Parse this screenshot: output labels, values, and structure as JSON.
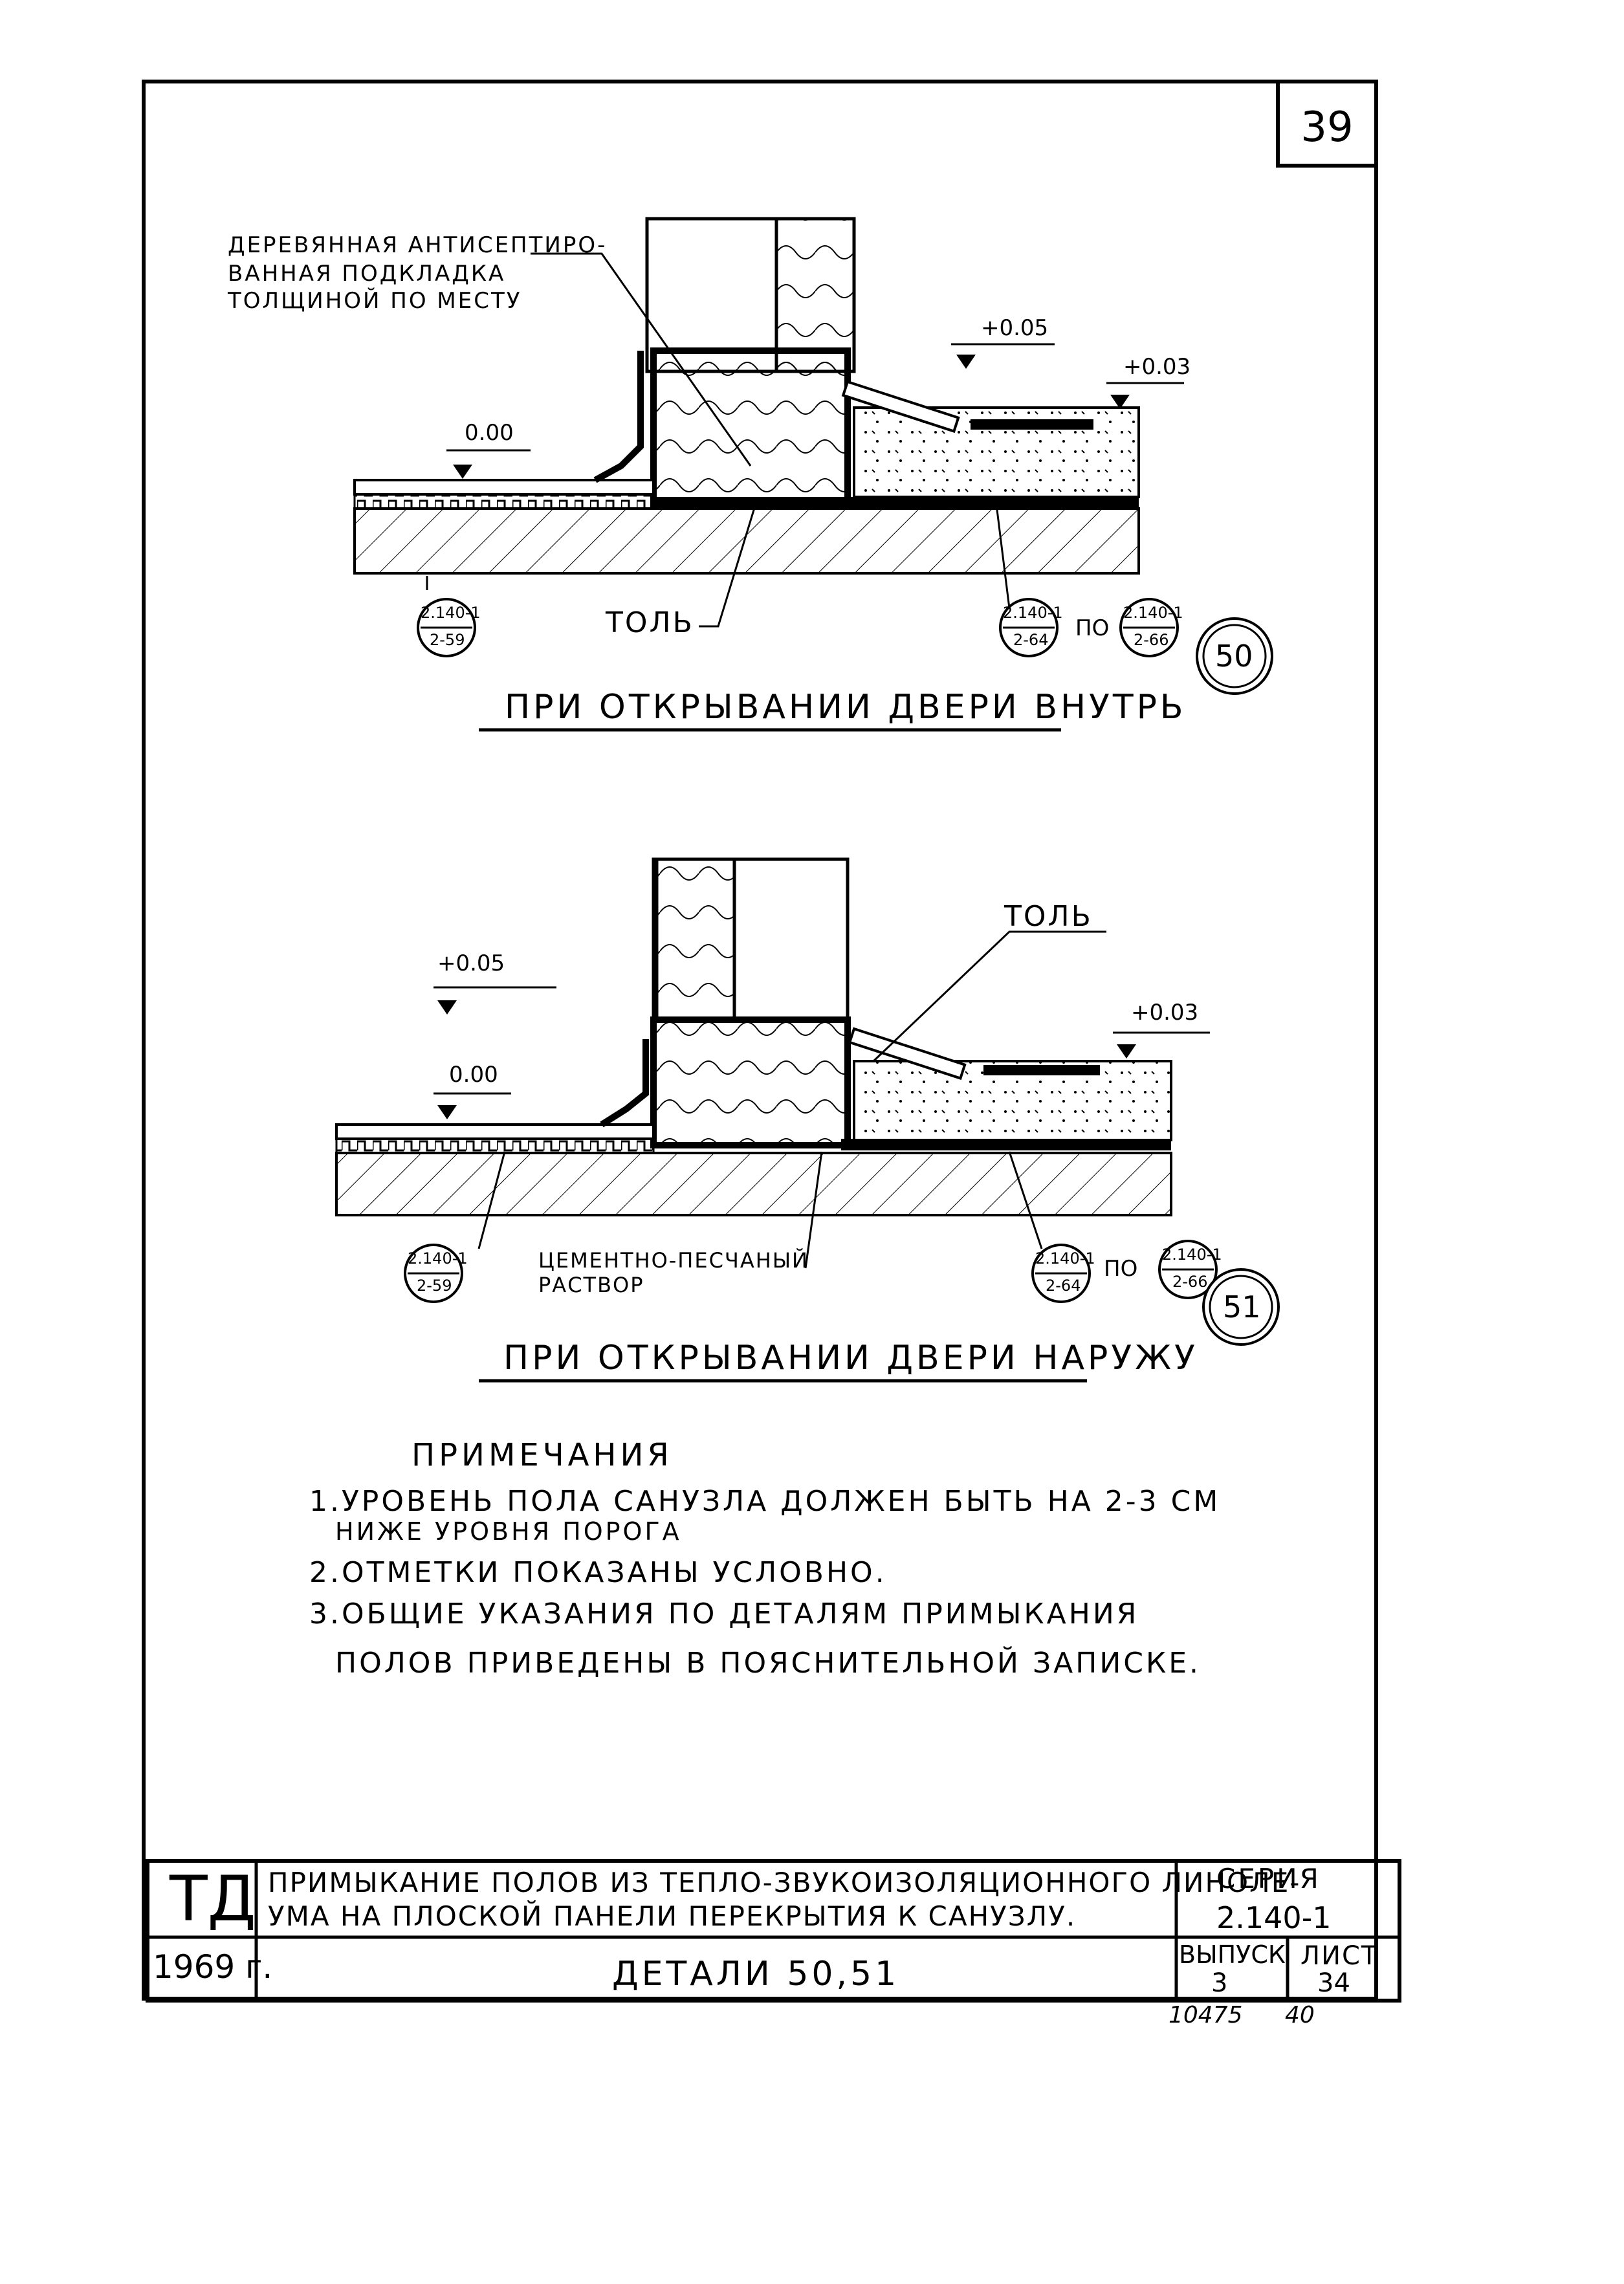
{
  "sheet": {
    "number": "39",
    "bottom_codes": [
      "10475",
      "40"
    ]
  },
  "detail_50": {
    "callout_wood_pad": "ДЕРЕВЯННАЯ АНТИСЕПТИРО-",
    "callout_wood_pad_2": "ВАННАЯ ПОДКЛАДКА",
    "callout_wood_pad_3": "ТОЛЩИНОЙ ПО МЕСТУ",
    "mark_left": "0.00",
    "mark_threshold": "+0.05",
    "mark_right": "+0.03",
    "label_tol": "ТОЛЬ",
    "ref_left_top": "2.140-1",
    "ref_left_bottom": "2-59",
    "ref_mid_top": "2.140-1",
    "ref_mid_bottom": "2-64",
    "ref_or": "ПО",
    "ref_right_top": "2.140-1",
    "ref_right_bottom": "2-66",
    "detail_number": "50",
    "caption": "ПРИ ОТКРЫВАНИИ ДВЕРИ ВНУТРЬ"
  },
  "detail_51": {
    "label_tol": "ТОЛЬ",
    "mark_threshold": "+0.05",
    "mark_left": "0.00",
    "mark_right": "+0.03",
    "callout_mortar": "ЦЕМЕНТНО-ПЕСЧАНЫЙ",
    "callout_mortar_2": "РАСТВОР",
    "ref_left_top": "2.140-1",
    "ref_left_bottom": "2-59",
    "ref_mid_top": "2.140-1",
    "ref_mid_bottom": "2-64",
    "ref_or": "ПО",
    "ref_right_top": "2.140-1",
    "ref_right_bottom": "2-66",
    "detail_number": "51",
    "caption": "ПРИ ОТКРЫВАНИИ ДВЕРИ НАРУЖУ"
  },
  "notes": {
    "heading": "ПРИМЕЧАНИЯ",
    "item1_line1": "1.УРОВЕНЬ ПОЛА САНУЗЛА ДОЛЖЕН БЫТЬ НА 2-3 СМ",
    "item1_line2": "НИЖЕ УРОВНЯ ПОРОГА",
    "item2": "2.ОТМЕТКИ ПОКАЗАНЫ УСЛОВНО.",
    "item3_line1": "3.ОБЩИЕ УКАЗАНИЯ ПО ДЕТАЛЯМ ПРИМЫКАНИЯ",
    "item3_line2": "ПОЛОВ ПРИВЕДЕНЫ В ПОЯСНИТЕЛЬНОЙ ЗАПИСКЕ."
  },
  "title_block": {
    "org": "ТД",
    "year": "1969 г.",
    "title_line1": "ПРИМЫКАНИЕ ПОЛОВ ИЗ ТЕПЛО-ЗВУКОИЗОЛЯЦИОННОГО ЛИНОЛЕ-",
    "title_line2": "УМА НА ПЛОСКОЙ ПАНЕЛИ ПЕРЕКРЫТИЯ К САНУЗЛУ.",
    "subtitle": "ДЕТАЛИ 50,51",
    "series_label": "СЕРИЯ",
    "series_value": "2.140-1",
    "issue_label": "ВЫПУСК",
    "issue_value": "3",
    "sheet_label": "ЛИСТ",
    "sheet_value": "34"
  }
}
